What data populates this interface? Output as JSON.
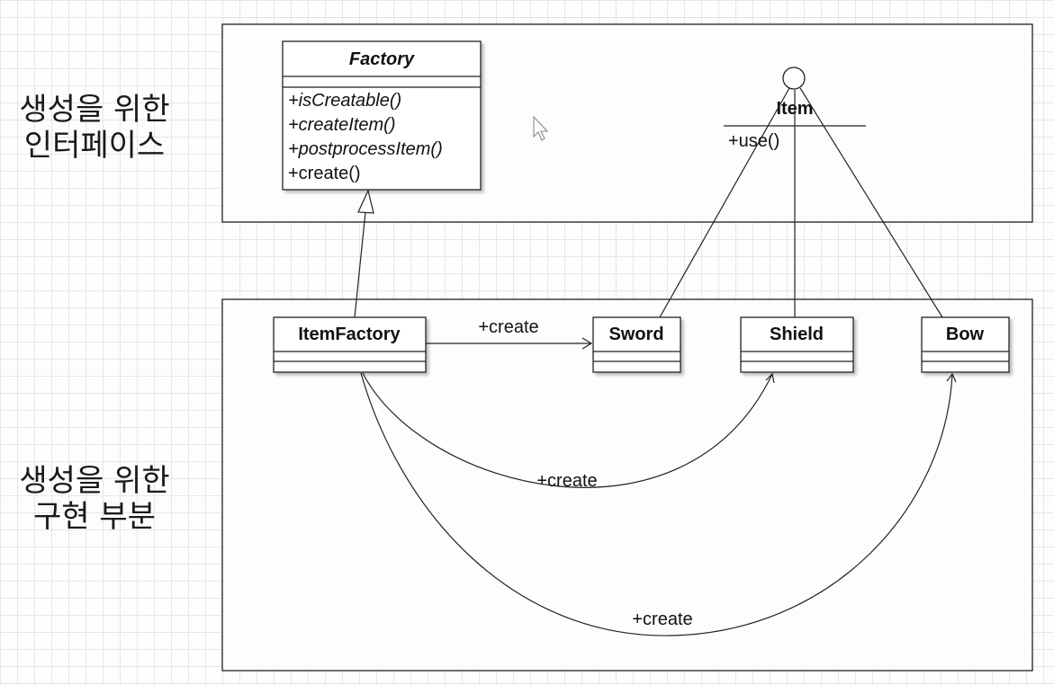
{
  "labels": {
    "interface": [
      "생성을 위한",
      "인터페이스"
    ],
    "implementation": [
      "생성을 위한",
      "구현 부분"
    ]
  },
  "factory": {
    "name": "Factory",
    "methods": [
      "+isCreatable()",
      "+createItem()",
      "+postprocessItem()",
      "+create()"
    ]
  },
  "item": {
    "name": "Item",
    "methods": [
      "+use()"
    ]
  },
  "classes": {
    "item_factory": "ItemFactory",
    "sword": "Sword",
    "shield": "Shield",
    "bow": "Bow"
  },
  "associations": {
    "to_sword": "+create",
    "to_shield": "+create",
    "to_bow": "+create"
  }
}
